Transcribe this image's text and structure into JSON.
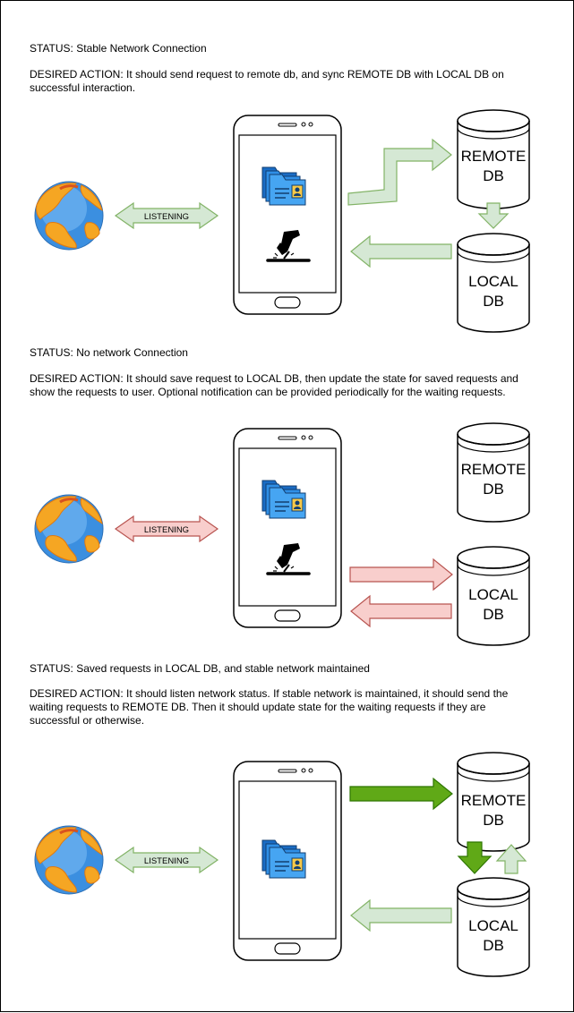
{
  "sections": [
    {
      "status": "STATUS: Stable Network Connection",
      "action": "DESIRED ACTION: It should send request to remote db, and sync REMOTE DB with LOCAL DB on successful interaction.",
      "listening_label": "LISTENING"
    },
    {
      "status": "STATUS: No network Connection",
      "action": "DESIRED ACTION: It should save request to LOCAL DB, then update the state for saved requests and show the requests to user. Optional notification can be provided periodically for the waiting requests.",
      "listening_label": "LISTENING"
    },
    {
      "status": "STATUS: Saved requests in LOCAL DB, and stable network maintained",
      "action": "DESIRED ACTION: It should listen network status. If stable network is maintained, it should send the waiting requests to REMOTE DB. Then it should update state for the waiting requests if they are successful or otherwise.",
      "listening_label": "LISTENING"
    }
  ],
  "db": {
    "remote_line1": "REMOTE",
    "remote_line2": "DB",
    "local_line1": "LOCAL",
    "local_line2": "DB"
  },
  "colors": {
    "arrow_light_green_fill": "#d5e8d4",
    "arrow_light_green_stroke": "#82b366",
    "arrow_red_fill": "#f8cecc",
    "arrow_red_stroke": "#b85450",
    "arrow_dark_green_fill": "#60a917",
    "arrow_dark_green_stroke": "#2d7600",
    "globe_ocean": "#3b8fe0",
    "globe_land": "#f5a623",
    "folder_blue": "#2f8fe6"
  },
  "icons": [
    "globe-icon",
    "folder-contact-icon",
    "signing-hand-icon",
    "database-icon",
    "smartphone-icon"
  ]
}
